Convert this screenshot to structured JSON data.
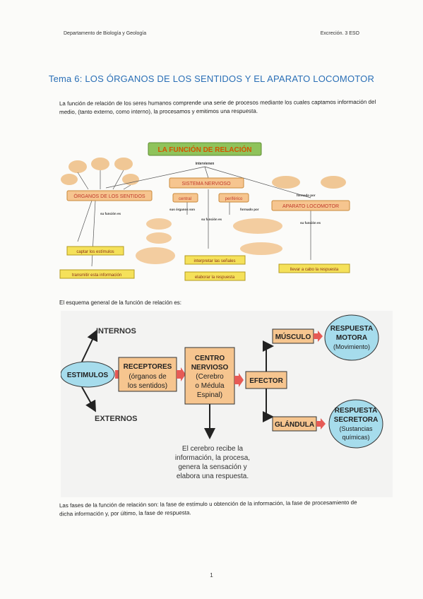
{
  "header": {
    "department": "Departamento de Biología y Geología",
    "unit": "Excreción. 3 ESO"
  },
  "title": "Tema 6: LOS  ÓRGANOS DE LOS SENTIDOS Y EL APARATO LOCOMOTOR",
  "paragraph1": "La función de relación de los seres humanos comprende una serie de procesos mediante los cuales captamos información del medio, (tanto externo, como interno), la procesamos y emitimos una respuesta.",
  "concept_map": {
    "title": "LA FUNCIÓN DE RELACIÓN",
    "intervienen": "intervienen",
    "organos": "ÓRGANOS DE LOS SENTIDOS",
    "sistema": "SISTEMA NERVIOSO",
    "aparato": "APARATO LOCOMOTOR",
    "central": "central",
    "periferico": "periférico",
    "formado_por_1": "formado por",
    "formado_por_2": "formado por",
    "sus_organos": "sus órganos son",
    "su_funcion_1": "su función es",
    "su_funcion_2": "su función es",
    "su_funcion_3": "su función es",
    "captar": "captar los estímulos",
    "transmitir": "transmitir esta información",
    "interpretar": "interpretar las señales",
    "elaborar": "elaborar la respuesta",
    "llevar": "llevar a cabo la respuesta"
  },
  "caption_schema": "El esquema general de la función de relación es:",
  "schema": {
    "internos": "INTERNOS",
    "externos": "EXTERNOS",
    "estimulos": "ESTIMULOS",
    "receptores": [
      "RECEPTORES",
      "(órganos de",
      "los sentidos)"
    ],
    "centro": [
      "CENTRO",
      "NERVIOSO",
      "(Cerebro",
      "o Médula",
      "Espinal)"
    ],
    "efector": "EFECTOR",
    "musculo": "MÚSCULO",
    "glandula": "GLÁNDULA",
    "respuesta_motora": [
      "RESPUESTA",
      "MOTORA",
      "(Movimiento)"
    ],
    "respuesta_secretora": [
      "RESPUESTA",
      "SECRETORA",
      "(Sustancias",
      "químicas)"
    ],
    "cerebro_note": [
      "El cerebro recibe la",
      "información, la procesa,",
      "genera la sensación y",
      "elabora una respuesta."
    ]
  },
  "paragraph3": "Las fases de la función de relación son: la fase de estímulo u obtención de la información, la fase de procesamiento de dicha información y, por último, la fase de respuesta.",
  "page_number": "1",
  "colors": {
    "title_blue": "#2a6fb6",
    "box_orange": "#f6c58f",
    "box_border": "#c98a3b",
    "bubble_blue": "#a6dcec",
    "arrow_red": "#e65a55"
  }
}
